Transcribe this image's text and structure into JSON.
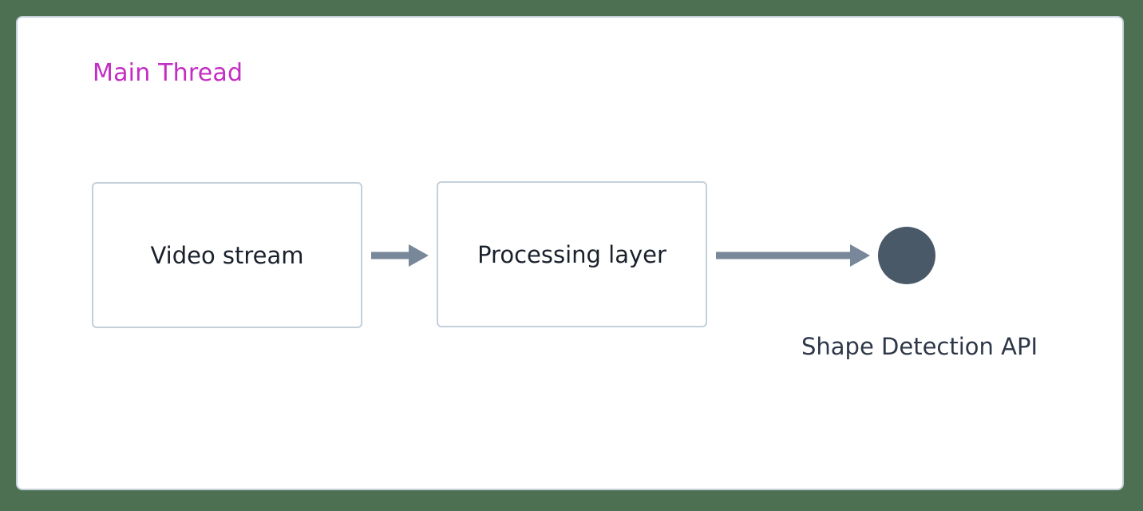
{
  "diagram": {
    "title": "Main Thread",
    "title_color": "#c32dc3",
    "background_color": "#4d7052",
    "surface_color": "#ffffff",
    "border_color": "#c3d0da",
    "arrow_color": "#78889a",
    "node_text_color": "#1a202c",
    "circle_fill_color": "#4a5968",
    "nodes": [
      {
        "id": "video-stream",
        "label": "Video stream",
        "shape": "rectangle"
      },
      {
        "id": "processing-layer",
        "label": "Processing layer",
        "shape": "rectangle"
      },
      {
        "id": "shape-detection-api",
        "label": "Shape Detection API",
        "shape": "circle"
      }
    ],
    "edges": [
      {
        "from": "video-stream",
        "to": "processing-layer",
        "style": "solid-arrow"
      },
      {
        "from": "processing-layer",
        "to": "shape-detection-api",
        "style": "solid-arrow"
      }
    ]
  }
}
